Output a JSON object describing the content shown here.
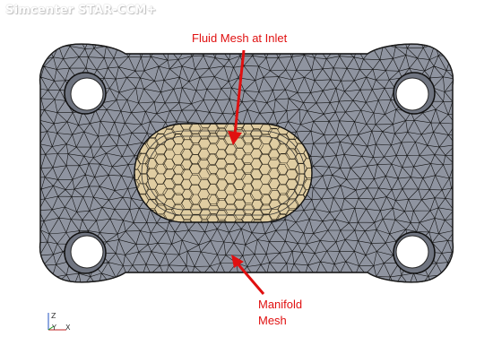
{
  "app": {
    "title": "Simcenter STAR-CCM+"
  },
  "annotations": {
    "inlet_label": "Fluid Mesh at Inlet",
    "manifold_label_line1": "Manifold",
    "manifold_label_line2": "Mesh"
  },
  "axes": {
    "z": "Z",
    "y": "Y",
    "x": "X"
  },
  "colors": {
    "manifold_mesh_fill": "#8f94a0",
    "mesh_edge": "#101010",
    "fluid_mesh_fill": "#e0cda2",
    "annotation": "#e01010"
  },
  "icons": {
    "triad": "axis-triad-icon"
  }
}
